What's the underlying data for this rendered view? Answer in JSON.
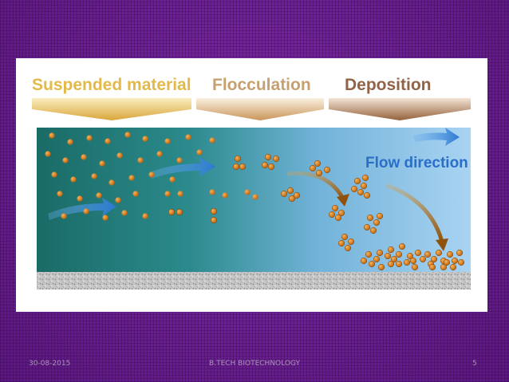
{
  "slide": {
    "colors": {
      "background": "#6a1a92",
      "frame": "#ffffff",
      "water_dark": "#1a7470",
      "water_light": "#a9d3f2",
      "particle": "#d6811f",
      "arrow_blue": "#3d86d8",
      "arrow_brown": "#a86412"
    },
    "diagram": {
      "stages": [
        {
          "label": "Suspended material",
          "color": "#e3b94a"
        },
        {
          "label": "Flocculation",
          "color": "#d3a76a"
        },
        {
          "label": "Deposition",
          "color": "#a27248"
        }
      ],
      "flow_label": "Flow direction"
    },
    "footer": {
      "date": "30-08-2015",
      "center": "B.TECH BIOTECHNOLOGY",
      "page": "5"
    }
  }
}
